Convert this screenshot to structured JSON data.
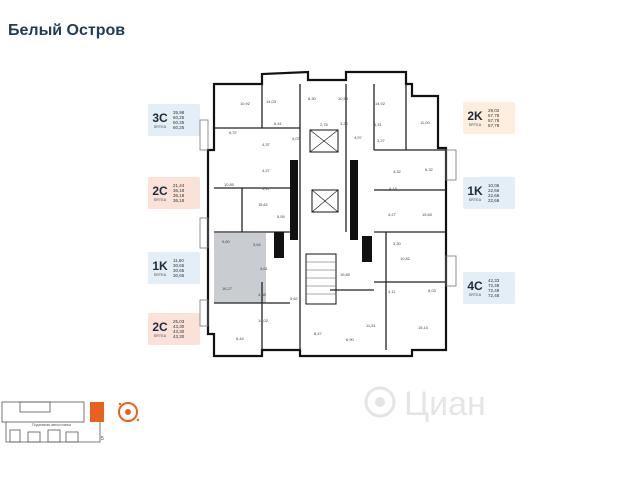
{
  "header": {
    "title": "Белый Остров"
  },
  "badges": [
    {
      "type": "3C",
      "sub": "SRTEA",
      "bg": "#e3eef7",
      "values": [
        "35,98",
        "60,25",
        "60,25",
        "60,25"
      ]
    },
    {
      "type": "2C",
      "sub": "SRTEA",
      "bg": "#fbe2d9",
      "values": [
        "21,44",
        "36,18",
        "36,18",
        "36,18"
      ]
    },
    {
      "type": "1K",
      "sub": "SRTEA",
      "bg": "#e3eef7",
      "values": [
        "11,60",
        "30,65",
        "30,65",
        "30,65"
      ]
    },
    {
      "type": "2C",
      "sub": "SRTEA",
      "bg": "#fbe2d9",
      "values": [
        "25,03",
        "43,30",
        "43,30",
        "43,30"
      ]
    },
    {
      "type": "2K",
      "sub": "SRTEA",
      "bg": "#fdeedd",
      "values": [
        "29,02",
        "57,78",
        "57,78",
        "57,78"
      ]
    },
    {
      "type": "1K",
      "sub": "SRTEA",
      "bg": "#e3eef7",
      "values": [
        "10,06",
        "22,66",
        "22,66",
        "22,66"
      ]
    },
    {
      "type": "4C",
      "sub": "SRTEA",
      "bg": "#e3eef7",
      "values": [
        "42,33",
        "72,48",
        "72,48",
        "72,48"
      ]
    }
  ],
  "room_labels": [
    "10,92",
    "14,03",
    "6,30",
    "10,55",
    "14,92",
    "6,37",
    "6,41",
    "4,07",
    "2,75",
    "3,26",
    "4,97",
    "6,41",
    "11,00",
    "4,37",
    "4,27",
    "3,27",
    "4,32",
    "10,80",
    "5,47",
    "4,18",
    "6,32",
    "15,61",
    "5,59",
    "4,27",
    "15,60",
    "9,60",
    "3,64",
    "4,61",
    "3,30",
    "19,80",
    "10,82",
    "16,27",
    "4,58",
    "5,62",
    "8,03",
    "4,11",
    "14,02",
    "8,47",
    "6,90",
    "11,51",
    "15,10",
    "6,44"
  ],
  "minimap": {
    "label_a": "Подземная автостоянка",
    "label_b": "5"
  },
  "watermark": {
    "text": "Циан"
  },
  "colors": {
    "title": "#1f3b57",
    "wall": "#111111",
    "highlight": "#c9ccd1",
    "marker": "#e8621f"
  }
}
